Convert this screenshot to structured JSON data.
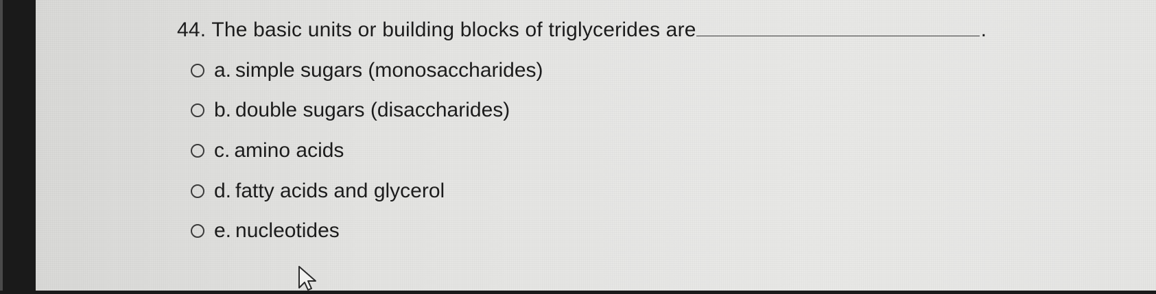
{
  "question": {
    "number": "44.",
    "text": "The basic units or building blocks of triglycerides are",
    "period": "."
  },
  "options": [
    {
      "letter": "a.",
      "label": "simple sugars (monosaccharides)"
    },
    {
      "letter": "b.",
      "label": "double sugars (disaccharides)"
    },
    {
      "letter": "c.",
      "label": "amino acids"
    },
    {
      "letter": "d.",
      "label": "fatty acids and glycerol"
    },
    {
      "letter": "e.",
      "label": "nucleotides"
    }
  ],
  "icons": {
    "cursor": "mouse-pointer-icon",
    "radio": "radio-button-icon"
  }
}
